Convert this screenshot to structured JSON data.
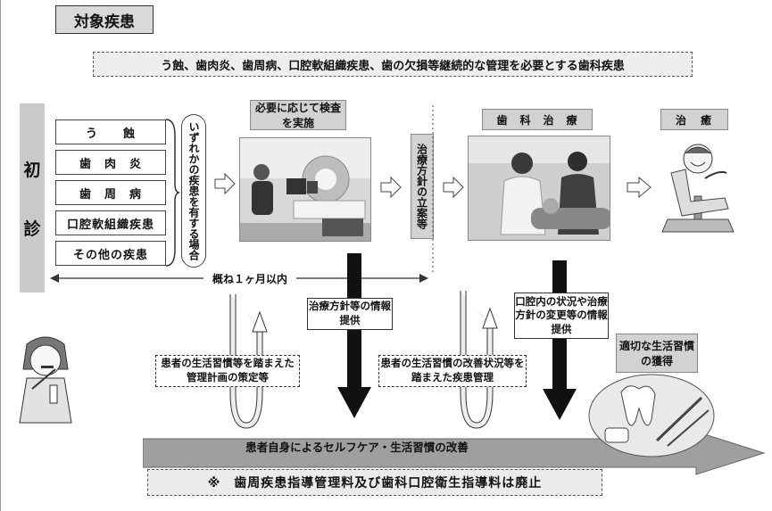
{
  "title": "対象疾患",
  "target_description": "う蝕、歯肉炎、歯周病、口腔軟組織疾患、歯の欠損等継続的な管理を必要とする歯科疾患",
  "first_visit": [
    "初",
    "診"
  ],
  "diseases": [
    "う　　蝕",
    "歯　肉　炎",
    "歯　周　病",
    "口腔軟組織疾患",
    "その他の疾患"
  ],
  "condition": "いずれかの疾患を有する場合",
  "exam": "必要に応じて検査を実施",
  "plan_formulation": "治療方針の立案等",
  "dental_treatment": "歯　科　治　療",
  "cure": "治　癒",
  "timeframe": "概ね１ヶ月以内",
  "info_plan": "治療方針等の情報提供",
  "info_change": "口腔内の状況や治療方針の変更等の情報提供",
  "mgmt_plan": "患者の生活習慣等を踏まえた管理計画の策定等",
  "mgmt_disease": "患者の生活習慣の改善状況等を踏まえた疾患管理",
  "habit_acquisition": "適切な生活習慣の獲得",
  "selfcare": "患者自身によるセルフケア・生活習慣の改善",
  "footer_note": "※　歯周疾患指導管理料及び歯科口腔衛生指導料は廃止"
}
